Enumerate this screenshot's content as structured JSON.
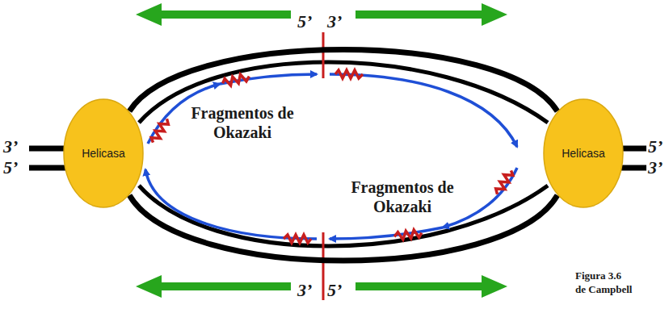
{
  "diagram": {
    "nodes": [
      {
        "text": [
          "Helicasa"
        ]
      },
      {
        "text": [
          "Helicasa"
        ]
      }
    ],
    "edges": [
      {
        "from": 0,
        "to": 1,
        "arrow": "none"
      },
      {
        "from": 0,
        "to": 1,
        "arrow": "none"
      }
    ],
    "labels": [
      "3’",
      "5’",
      "5’",
      "3’",
      "5’",
      "3’",
      "Fragmentos de Okazaki",
      "Fragmentos de Okazaki",
      "3’",
      "5’",
      "Figura 3.6",
      "de Campbell"
    ]
  }
}
